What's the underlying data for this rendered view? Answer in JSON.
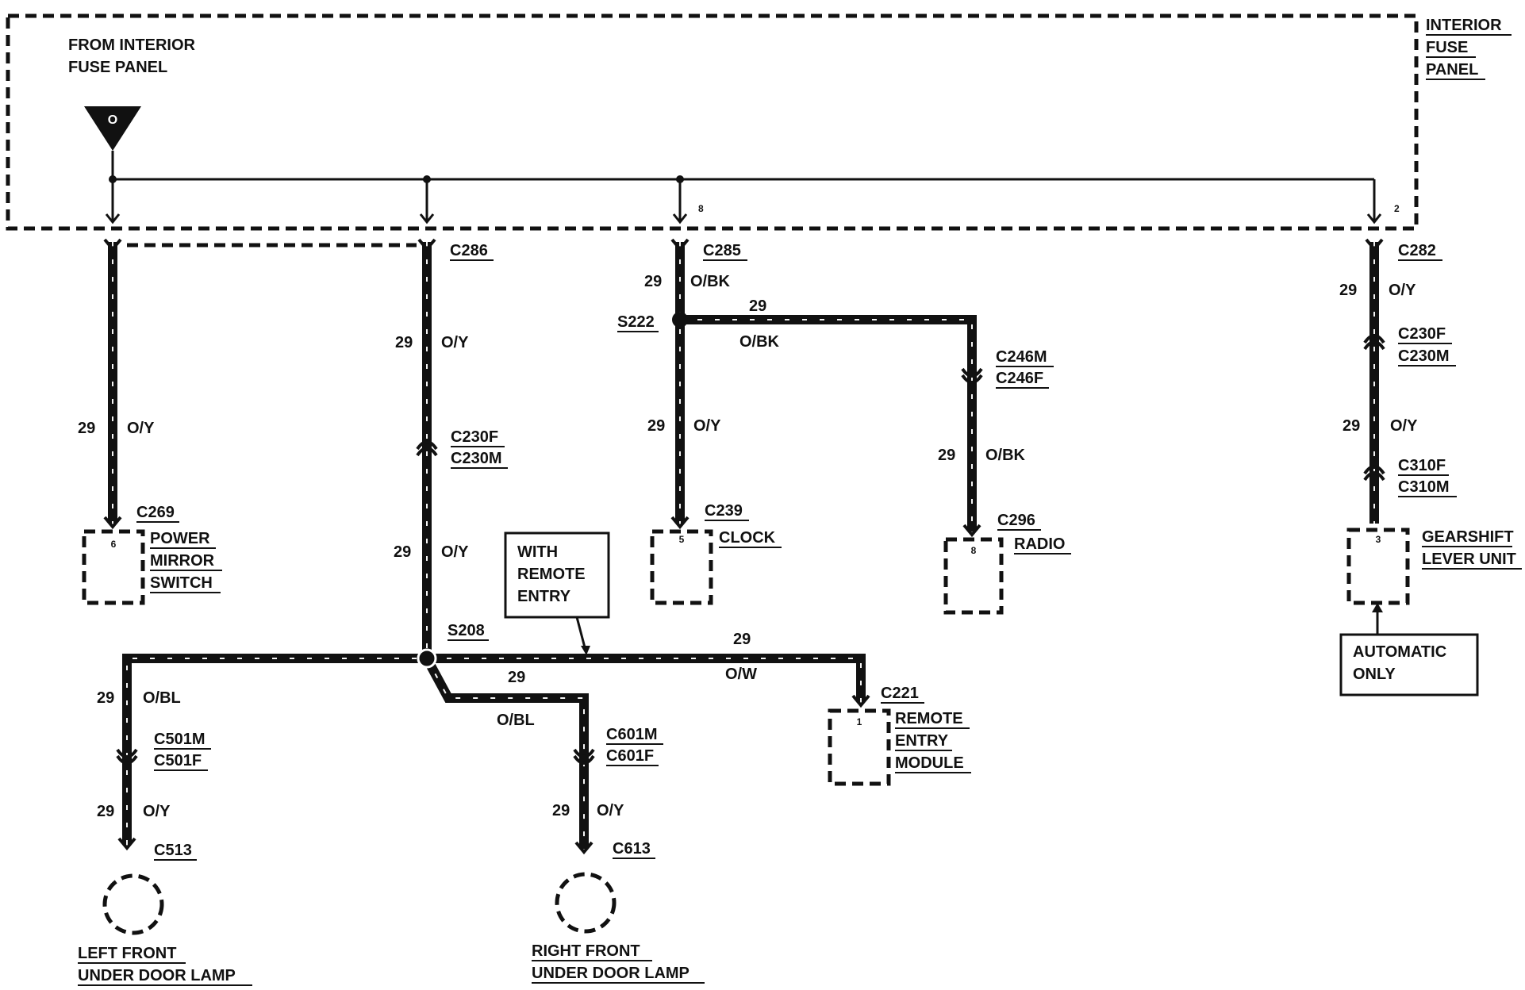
{
  "fuse_panel": {
    "from_line1": "FROM INTERIOR",
    "from_line2": "FUSE PANEL",
    "panel_line1": "INTERIOR",
    "panel_line2": "FUSE",
    "panel_line3": "PANEL",
    "fuse_symbol": "O",
    "pin_clock": "8",
    "pin_gearshift": "2"
  },
  "connectors": {
    "c286": "C286",
    "c285": "C285",
    "c282": "C282",
    "c269": "C269",
    "c239": "C239",
    "c296": "C296",
    "c221": "C221",
    "c513": "C513",
    "c613": "C613",
    "c230f_a": "C230F",
    "c230m_a": "C230M",
    "c230f_b": "C230F",
    "c230m_b": "C230M",
    "c246m": "C246M",
    "c246f": "C246F",
    "c310f": "C310F",
    "c310m": "C310M",
    "c501m": "C501M",
    "c501f": "C501F",
    "c601m": "C601M",
    "c601f": "C601F"
  },
  "splices": {
    "s222": "S222",
    "s208": "S208"
  },
  "wires": [
    {
      "circuit": "29",
      "color": "O/Y"
    },
    {
      "circuit": "29",
      "color": "O/Y"
    },
    {
      "circuit": "29",
      "color": "O/Y"
    },
    {
      "circuit": "29",
      "color": "O/BK"
    },
    {
      "circuit": "29",
      "color": "O/BK"
    },
    {
      "circuit": "29",
      "color": "O/Y"
    },
    {
      "circuit": "29",
      "color": "O/BK"
    },
    {
      "circuit": "29",
      "color": "O/Y"
    },
    {
      "circuit": "29",
      "color": "O/Y"
    },
    {
      "circuit": "29",
      "color": "O/BL"
    },
    {
      "circuit": "29",
      "color": "O/Y"
    },
    {
      "circuit": "29",
      "color": "O/BL"
    },
    {
      "circuit": "29",
      "color": "O/Y"
    },
    {
      "circuit": "29",
      "color": "O/W"
    }
  ],
  "components": {
    "power_mirror": {
      "line1": "POWER",
      "line2": "MIRROR",
      "line3": "SWITCH",
      "pin": "6"
    },
    "clock": {
      "line1": "CLOCK",
      "pin": "5"
    },
    "radio": {
      "line1": "RADIO",
      "pin": "8"
    },
    "gearshift": {
      "line1": "GEARSHIFT",
      "line2": "LEVER UNIT",
      "pin": "3"
    },
    "remote_entry": {
      "line1": "REMOTE",
      "line2": "ENTRY",
      "line3": "MODULE",
      "pin": "1"
    },
    "left_lamp": {
      "line1": "LEFT FRONT",
      "line2": "UNDER DOOR LAMP"
    },
    "right_lamp": {
      "line1": "RIGHT FRONT",
      "line2": "UNDER DOOR LAMP"
    }
  },
  "notes": {
    "remote_line1": "WITH",
    "remote_line2": "REMOTE",
    "remote_line3": "ENTRY",
    "auto_line1": "AUTOMATIC",
    "auto_line2": "ONLY"
  }
}
